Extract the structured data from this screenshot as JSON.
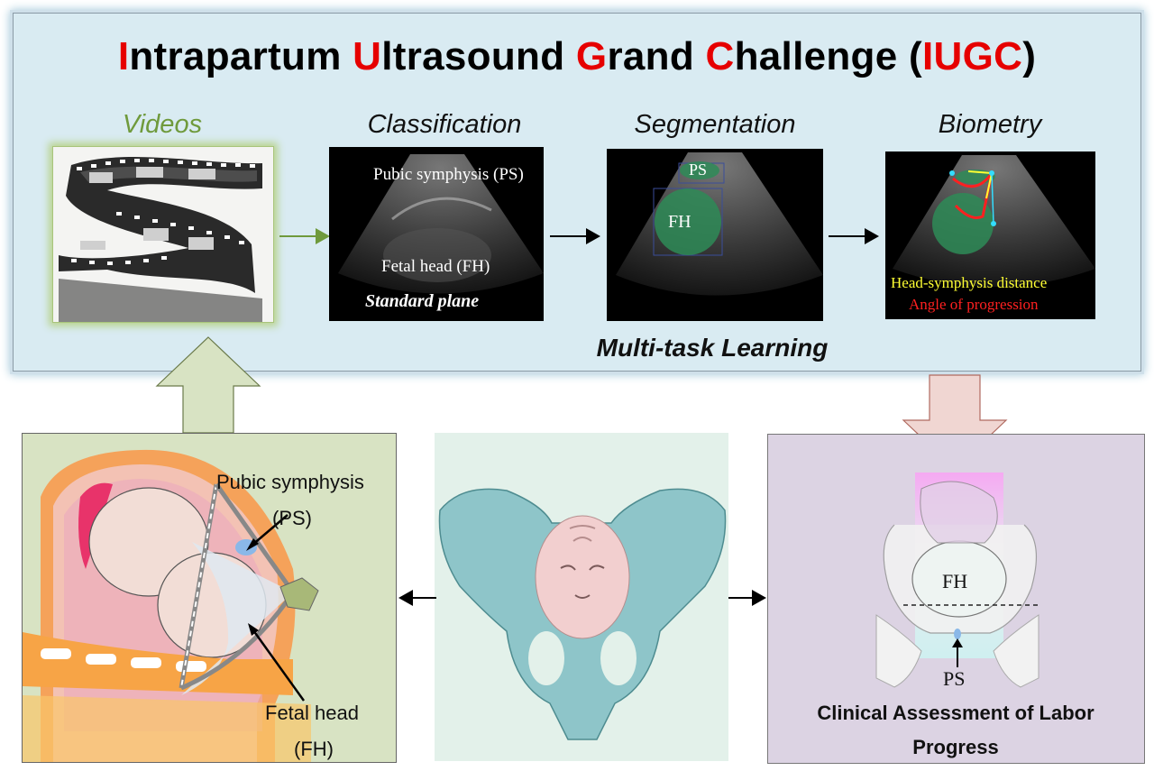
{
  "title": {
    "parts": [
      {
        "text": "I",
        "accent": true
      },
      {
        "text": "ntrapartum ",
        "accent": false
      },
      {
        "text": "U",
        "accent": true
      },
      {
        "text": "ltrasound ",
        "accent": false
      },
      {
        "text": "G",
        "accent": true
      },
      {
        "text": "rand ",
        "accent": false
      },
      {
        "text": "C",
        "accent": true
      },
      {
        "text": "hallenge (",
        "accent": false
      },
      {
        "text": "IUGC",
        "accent": true
      },
      {
        "text": ")",
        "accent": false
      }
    ]
  },
  "pipeline": {
    "videos": "Videos",
    "classification": "Classification",
    "segmentation": "Segmentation",
    "biometry": "Biometry",
    "multi_task": "Multi-task Learning"
  },
  "classification_image": {
    "ps_label": "Pubic symphysis (PS)",
    "fh_label": "Fetal head (FH)",
    "plane_label": "Standard plane"
  },
  "segmentation_image": {
    "ps_label": "PS",
    "fh_label": "FH"
  },
  "biometry_image": {
    "hsd_label": "Head-symphysis distance",
    "aop_label": "Angle of progression"
  },
  "anatomy_panel": {
    "ps_label": "Pubic symphysis",
    "ps_abbrev": "(PS)",
    "fh_label": "Fetal head",
    "fh_abbrev": "(FH)"
  },
  "assessment_panel": {
    "fh_label": "FH",
    "ps_label": "PS",
    "title_line1": "Clinical Assessment of Labor",
    "title_line2": "Progress"
  },
  "colors": {
    "accent_red": "#e60000",
    "videos_green": "#6f9a3c",
    "top_panel_bg": "#d9ebf2",
    "left_panel_bg": "#d8e3c3",
    "right_panel_bg": "#dcd3e3",
    "segmentation_green": "#2e8b57",
    "hsd_yellow": "#ffff33",
    "aop_red": "#ff2020"
  },
  "icons": [
    "film-strip-icon",
    "pelvis-head-3d-icon",
    "arrow-right-icon",
    "arrow-left-icon",
    "up-block-arrow-icon",
    "down-block-arrow-icon"
  ]
}
